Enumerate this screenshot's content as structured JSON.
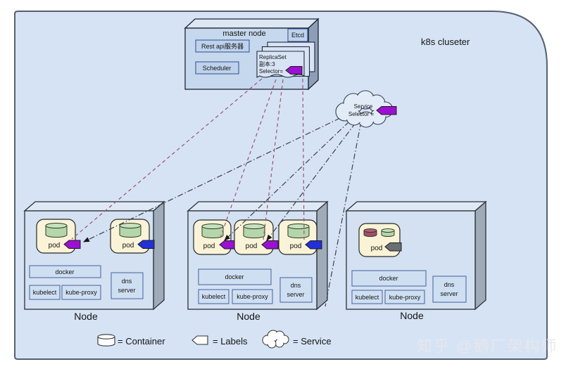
{
  "diagram": {
    "cluster_label": "k8s cluseter",
    "master": {
      "title": "master node",
      "etcd": "Etcd",
      "rest_api": "Rest api服务器",
      "scheduler": "Scheduler",
      "replicaset": {
        "line1": "ReplicaSet",
        "line2": "副本:3",
        "line3": "Selector="
      }
    },
    "service_cloud": {
      "line1": "Service",
      "line2": "Selector ="
    },
    "nodes": [
      {
        "label": "Node",
        "docker": "docker",
        "kubelect": "kubelect",
        "kube_proxy": "kube-proxy",
        "dns": {
          "line1": "dns",
          "line2": "server"
        },
        "pods": [
          {
            "label": "pod",
            "tag_color": "#9b10d2"
          },
          {
            "label": "pod",
            "tag_color": "#2230d8"
          }
        ]
      },
      {
        "label": "Node",
        "docker": "docker",
        "kubelect": "kubelect",
        "kube_proxy": "kube-proxy",
        "dns": {
          "line1": "dns",
          "line2": "server"
        },
        "pods": [
          {
            "label": "pod",
            "tag_color": "#9b10d2"
          },
          {
            "label": "pod",
            "tag_color": "#9b10d2"
          },
          {
            "label": "pod",
            "tag_color": "#2230d8"
          }
        ]
      },
      {
        "label": "Node",
        "docker": "docker",
        "kubelect": "kubelect",
        "kube_proxy": "kube-proxy",
        "dns": {
          "line1": "dns",
          "line2": "server"
        },
        "pods": [
          {
            "label": "pod",
            "tag_color": "#6b6f73"
          }
        ]
      }
    ],
    "legend": [
      {
        "name": "container",
        "label": "= Container"
      },
      {
        "name": "labels",
        "label": "= Labels"
      },
      {
        "name": "service",
        "label": "= Service"
      }
    ],
    "watermark": "知乎 @鹅厂架构师",
    "colors": {
      "tag_purple": "#9b10d2",
      "tag_blue": "#2230d8",
      "tag_gray": "#6b6f73",
      "container_green": "#b4d6aa",
      "container_green_top": "#c6e2bc",
      "container_red": "#a34d68",
      "container_red_top": "#b4607a",
      "line_red": "#9a5572",
      "line_dark": "#3c4250"
    }
  }
}
